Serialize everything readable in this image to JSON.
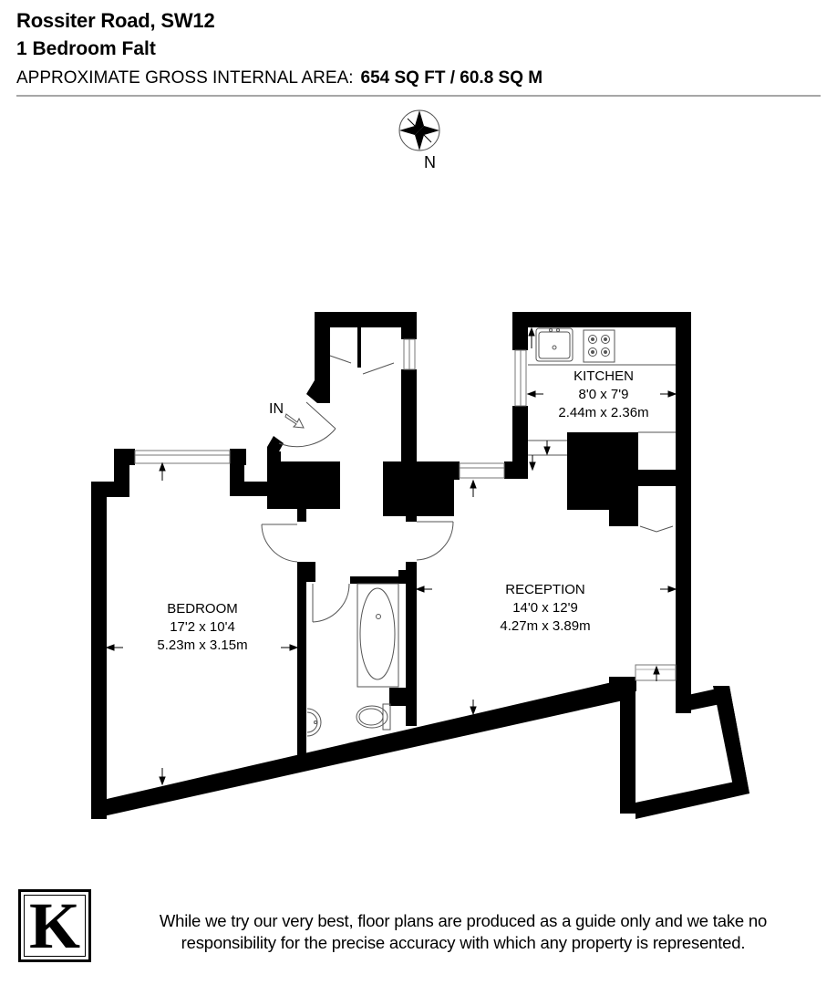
{
  "header": {
    "title": "Rossiter Road, SW12",
    "subtitle": "1 Bedroom Falt",
    "area_label": "APPROXIMATE GROSS INTERNAL AREA:",
    "area_value": "654 SQ FT / 60.8 SQ M"
  },
  "compass": {
    "icon": "compass-rose-icon",
    "direction_label": "N"
  },
  "entrance": {
    "label": "IN",
    "icon": "entrance-arrow-icon"
  },
  "rooms": [
    {
      "name": "KITCHEN",
      "imperial": "8'0 x 7'9",
      "metric": "2.44m x 2.36m"
    },
    {
      "name": "BEDROOM",
      "imperial": "17'2 x 10'4",
      "metric": "5.23m x 3.15m"
    },
    {
      "name": "RECEPTION",
      "imperial": "14'0 x 12'9",
      "metric": "4.27m x 3.89m"
    }
  ],
  "fixtures": [
    "sink-icon",
    "hob-icon",
    "bath-icon",
    "washbasin-icon",
    "toilet-icon"
  ],
  "footer": {
    "logo_letter": "K",
    "disclaimer_line1": "While we try our very best, floor plans are produced as a guide only and we take no",
    "disclaimer_line2": "responsibility for the precise accuracy with which any property is represented."
  },
  "colors": {
    "wall": "#000000",
    "rule": "#a6a6a6",
    "line": "#555555"
  }
}
